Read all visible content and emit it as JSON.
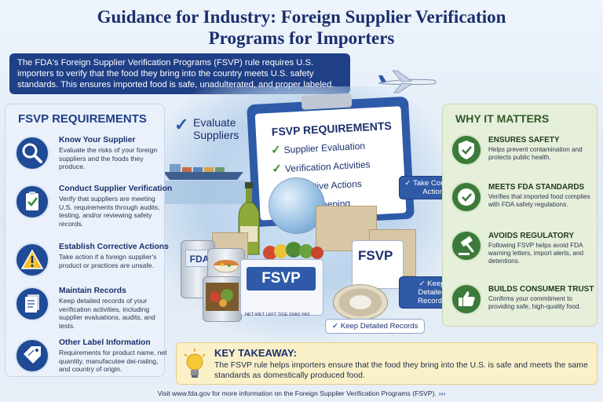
{
  "title": {
    "line1": "Guidance for Industry: Foreign Supplier Verification",
    "line2": "Programs for Importers"
  },
  "intro": "The FDA's Foreign Supplier Verification Programs (FSVP) rule requires U.S. importers to verify that the food they bring into the country meets U.S. safety standards. This ensures imported food is safe, unadulterated, and proper labeled.",
  "requirements": {
    "title": "FSVP REQUIREMENTS",
    "items": [
      {
        "heading": "Know Your Supplier",
        "description": "Evaluate the risks of your foreign suppliers and the foods they produce.",
        "icon": "magnifier-icon"
      },
      {
        "heading": "Conduct Supplier Verification",
        "description": "Verify that suppliers are meeting U.S. requirements through audits, testing, and/or reviewing safety records.",
        "icon": "clipboard-check-icon"
      },
      {
        "heading": "Establish Corrective Actions",
        "description": "Take action if a foreign supplier's product or practices are unsafe.",
        "icon": "warning-icon"
      },
      {
        "heading": "Maintain Records",
        "description": "Keep detailed records of your verification activities, including supplier evaluations, audits, and tests.",
        "icon": "documents-icon"
      },
      {
        "heading": "Other Label Information",
        "description": "Requirements for product name, net quantity, manufacutee dei-nating, and country of origin.",
        "icon": "label-tag-icon"
      }
    ]
  },
  "clipboard": {
    "title": "FSVP REQUIREMENTS",
    "items": [
      "Supplier Evaluation",
      "Verification Activities",
      "Corrective Actions",
      "Recordkeeping"
    ]
  },
  "callouts": {
    "evaluate": "Evaluate Suppliers",
    "take_corrective": "Take Corrective Actions",
    "keep_records_1": "Keep Detailed Records",
    "keep_records_2": "Keep Detailed Records"
  },
  "products": {
    "fsvp_large": "FSVP",
    "fsvp_small": "FSVP",
    "fda": "FDA",
    "box_caption": "NET WET LEFT TIGE S9AS YAS"
  },
  "why": {
    "title": "WHY IT MATTERS",
    "items": [
      {
        "heading": "ENSURES SAFETY",
        "description": "Helps prevent contamination and protects public health.",
        "icon": "shield-check-icon"
      },
      {
        "heading": "MEETS FDA STANDARDS",
        "description": "Verifies that imported food complies with FDA safety regulations.",
        "icon": "fda-badge-icon"
      },
      {
        "heading": "AVOIDS REGULATORY",
        "description": "Following FSVP helps avoid FDA warning letters, import alerts, and detentions.",
        "icon": "gavel-icon"
      },
      {
        "heading": "BUILDS CONSUMER TRUST",
        "description": "Confirms your commitment to providing safe, high-quality food.",
        "icon": "thumbs-up-icon"
      }
    ]
  },
  "takeaway": {
    "heading": "KEY TAKEAWAY:",
    "body": "The FSVP rule helps importers ensure that the food they bring into the U.S. is safe and meets the same standards as domestically produced food."
  },
  "footer": "Visit www.fda.gov for more information on the Foreign Supplier Verification Programs (FSVP).",
  "footer_arrows": "›››",
  "colors": {
    "navy": "#1f3f86",
    "blue": "#2e5aa8",
    "green": "#3c7a3a",
    "takeaway_bg": "#fbf1c9"
  }
}
